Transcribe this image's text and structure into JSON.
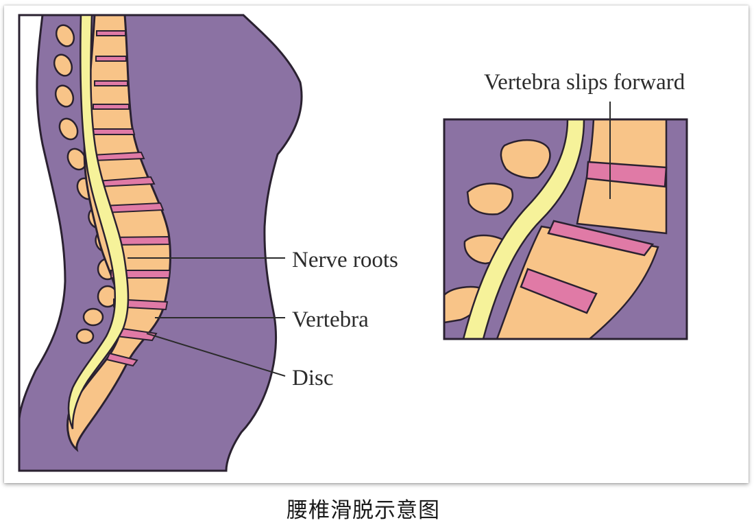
{
  "labels": {
    "nerve_roots": "Nerve roots",
    "vertebra": "Vertebra",
    "disc": "Disc",
    "vertebra_slips_forward": "Vertebra slips forward"
  },
  "caption": "腰椎滑脱示意图",
  "colors": {
    "body": "#8b72a3",
    "bone": "#f8c488",
    "disc": "#e07aa6",
    "nerve": "#f6f29a",
    "outline": "#2a2130"
  }
}
